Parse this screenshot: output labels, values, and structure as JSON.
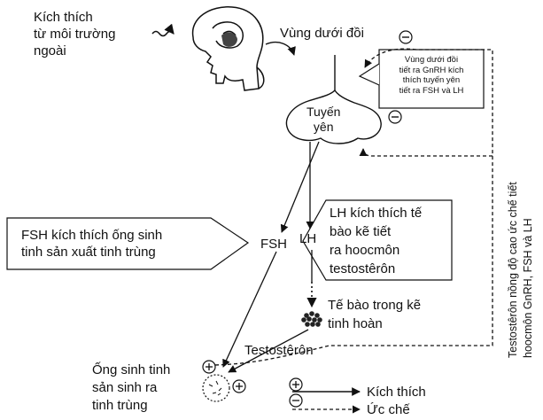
{
  "labels": {
    "external_stimulus": [
      "Kích thích",
      "từ môi trường",
      "ngoài"
    ],
    "hypothalamus": "Vùng dưới đồi",
    "hypothalamus_note": [
      "Vùng dưới đồi",
      "tiết ra GnRH kích",
      "thích tuyến yên",
      "tiết ra FSH và LH"
    ],
    "pituitary": [
      "Tuyến",
      "yên"
    ],
    "fsh_note": [
      "FSH kích thích ống sinh",
      "tinh sản xuất tinh trùng"
    ],
    "fsh": "FSH",
    "lh": "LH",
    "lh_note": [
      "LH kích thích tế",
      "bào kẽ tiết",
      "ra hoocmôn",
      "testostêrôn"
    ],
    "interstitial_cells": [
      "Tế bào trong kẽ",
      "tinh hoàn"
    ],
    "testosterone": "Testostêrôn",
    "seminiferous": [
      "Ống sinh tinh",
      "sản sinh ra",
      "tinh trùng"
    ],
    "feedback_vertical": [
      "Testostêrôn nồng độ cao ức chế tiết",
      "hoocmôn GnRH, FSH và LH"
    ],
    "legend_stimulate": "Kích thích",
    "legend_inhibit": "Ức chế",
    "plus_sign": "+",
    "minus_sign": "−"
  }
}
